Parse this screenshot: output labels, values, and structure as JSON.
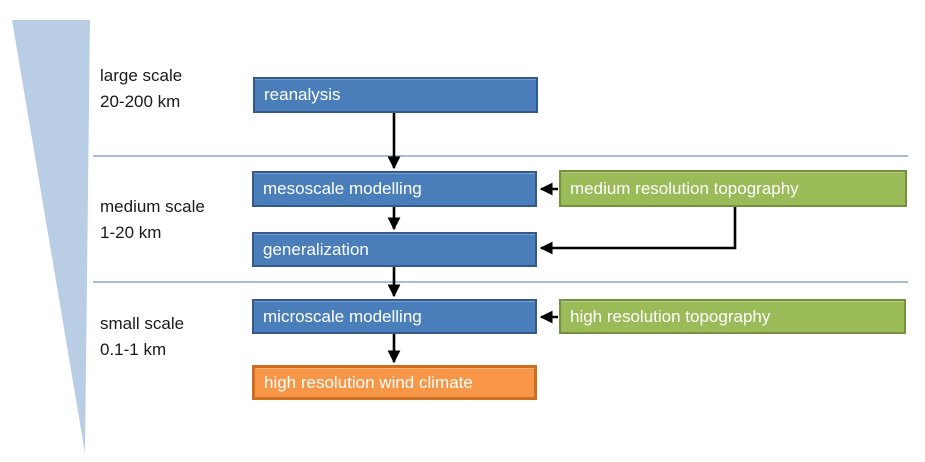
{
  "scales": [
    {
      "name": "large scale",
      "range": "20-200 km"
    },
    {
      "name": "medium scale",
      "range": "1-20 km"
    },
    {
      "name": "small scale",
      "range": "0.1-1 km"
    }
  ],
  "nodes": {
    "reanalysis": {
      "label": "reanalysis",
      "type": "process"
    },
    "mesoscale": {
      "label": "mesoscale modelling",
      "type": "process"
    },
    "generalization": {
      "label": "generalization",
      "type": "process"
    },
    "microscale": {
      "label": "microscale modelling",
      "type": "process"
    },
    "wind_climate": {
      "label": "high resolution wind climate",
      "type": "output"
    },
    "medium_topo": {
      "label": "medium resolution topography",
      "type": "input"
    },
    "high_topo": {
      "label": "high resolution topography",
      "type": "input"
    }
  },
  "flows": [
    "reanalysis -> mesoscale modelling",
    "mesoscale modelling -> generalization",
    "generalization -> microscale modelling",
    "microscale modelling -> high resolution wind climate",
    "medium resolution topography -> mesoscale modelling",
    "medium resolution topography -> generalization",
    "high resolution topography -> microscale modelling"
  ],
  "colors": {
    "process-fill": "#4a7ebb",
    "process-border": "#36598c",
    "input-fill": "#9bbb59",
    "input-border": "#74913e",
    "output-fill": "#f79646",
    "output-border": "#cd6d1f",
    "wedge-fill": "#b9cde5",
    "divider": "#7096c8",
    "arrow": "#000000"
  }
}
